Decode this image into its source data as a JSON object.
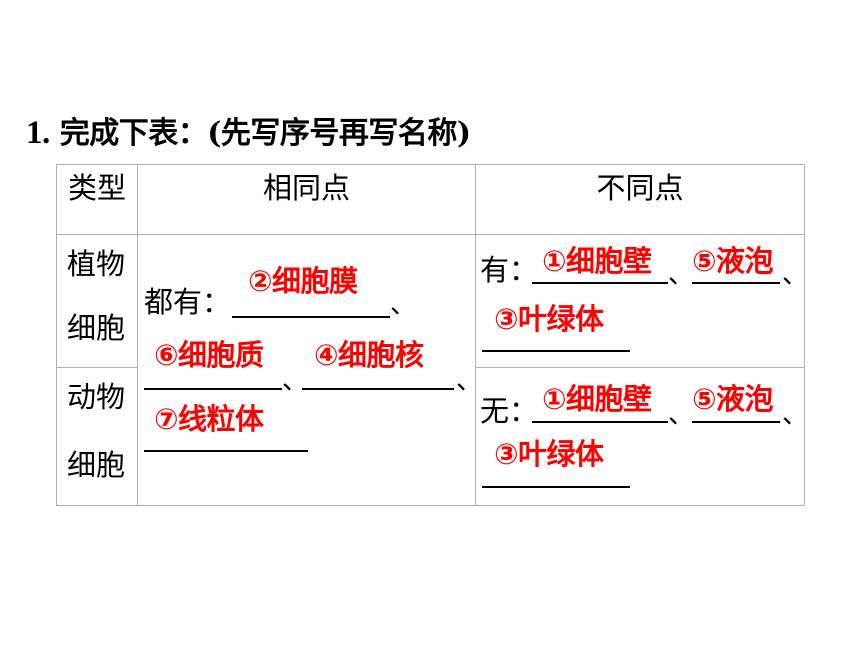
{
  "title": {
    "number": "1.",
    "text": "完成下表：(先写序号再写名称)"
  },
  "table": {
    "headers": [
      "类型",
      "相同点",
      "不同点"
    ],
    "plant_cell": [
      "植物",
      "细胞"
    ],
    "animal_cell": [
      "动物",
      "细胞"
    ],
    "common_label": "都有：",
    "plant_diff_label": "有：",
    "animal_diff_label": "无：",
    "separator": "、"
  },
  "answers": {
    "common": [
      "②细胞膜",
      "⑥细胞质",
      "④细胞核",
      "⑦线粒体"
    ],
    "plant_has": [
      "①细胞壁",
      "⑤液泡",
      "③叶绿体"
    ],
    "animal_lacks": [
      "①细胞壁",
      "⑤液泡",
      "③叶绿体"
    ]
  },
  "colors": {
    "answer": "#ff0000",
    "border": "#b0b0b0"
  }
}
